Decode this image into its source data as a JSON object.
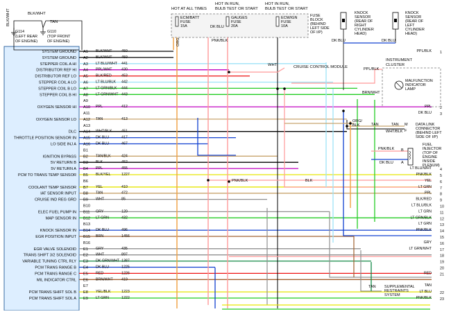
{
  "ground": {
    "wire_color": "BLK/WHT",
    "wire_color_2": "TAN",
    "ground_ids": [
      "G114",
      "G110"
    ],
    "ground_notes": [
      "(LEFT REAR OF ENGINE)",
      "(TOP FRONT OF ENGINE)"
    ],
    "ground_note_lines": [
      [
        "(LEFT REAR",
        "OF ENGINE)"
      ],
      [
        "(TOP FRONT",
        "OF ENGINE)"
      ]
    ],
    "rotated_label": "BLK/WHT"
  },
  "fuse_block": {
    "hot_labels": [
      [
        "HOT AT ALL TIMES"
      ],
      [
        "HOT IN RUN,",
        "BULB TEST OR START"
      ],
      [
        "HOT IN RUN,",
        "BULB TEST OR START"
      ]
    ],
    "fuses": [
      [
        "ECM/BATT",
        "FUSE",
        "15A"
      ],
      [
        "GAUGES",
        "FUSE",
        "20A"
      ],
      [
        "ECM/IGN",
        "FUSE",
        "10A"
      ]
    ],
    "block_label": [
      "FUSE",
      "BLOCK",
      "(BEHIND",
      "LEFT SIDE",
      "OF I/P)"
    ]
  },
  "knock_sensors": [
    {
      "title": [
        "KNOCK",
        "SENSOR",
        "(REAR OF",
        "RIGHT",
        "CYLINDER",
        "HEAD)"
      ],
      "wire": "DK BLU"
    },
    {
      "title": [
        "KNOCK",
        "SENSOR",
        "(REAR OF",
        "LEFT",
        "CYLINDER",
        "HEAD)"
      ],
      "wire": "DK BLU"
    }
  ],
  "pcm": {
    "functions": [
      "SYSTEM GROUND",
      "SYSTEM GROUND",
      "STEPPER COIL A HI",
      "DISTRIBUTOR REF HI",
      "DISTRIBUTOR REF LO",
      "STEPPER COIL A LO",
      "STEPPER COIL B LO",
      "STEPPER COIL B HI",
      "",
      "OXYGEN SENSOR HI",
      "",
      "OXYGEN SENSOR LO",
      "",
      "DLC",
      "THROTTLE POSITION SENSOR IN",
      "LO SIDE INJ A",
      "",
      "IGNITION BYPASS",
      "5V RETURN B",
      "5V RETURN A",
      "PCM TO TRANS TEMP SENSOR",
      "",
      "COOLANT TEMP SENSOR",
      "IAT SENSOR INPUT",
      "CRUISE IND REG GRD",
      "",
      "ELEC FUEL PUMP IN",
      "MAP SENSOR IN",
      "",
      "KNOCK SENSOR IN",
      "EGR POSITION INPUT",
      "",
      "EGR VALVE SOLENOID",
      "TRANS SHIFT 3/2 SOLENOID",
      "VARIABLE TUNING CTRL RLY",
      "PCM TRANS RANGE B",
      "PCM TRANS RANGE C",
      "MIL INDICATOR CTRL",
      "",
      "PCM TRANS SHIFT SOL B",
      "PCM TRANS SHIFT SOL A"
    ],
    "pins": [
      "A1",
      "A2",
      "A3",
      "A4",
      "A5",
      "A6",
      "A7",
      "A8",
      "A9",
      "A10",
      "A11",
      "A12",
      "A13",
      "A14",
      "A15",
      "A16",
      "B1",
      "B2",
      "B3",
      "B4",
      "B5",
      "B6",
      "B7",
      "B8",
      "B9",
      "B10",
      "B11",
      "B12",
      "B13",
      "B14",
      "B15",
      "B16",
      "E1",
      "E2",
      "E3",
      "E4",
      "E5",
      "E6",
      "E7",
      "E8",
      "E9"
    ],
    "wires": [
      "BLK/WHT",
      "BLK/WHT",
      "LT BLU/WHT",
      "PPL/WHT",
      "BLK/RED",
      "LT BLU/BLK",
      "LT GRN/BLK",
      "LT GRN/WHT",
      "",
      "PPL",
      "",
      "TAN",
      "",
      "WHT/BLK",
      "DK BLU",
      "DK BLU",
      "",
      "TAN/BLK",
      "BLK",
      "PPL",
      "BLK/YEL",
      "",
      "YEL",
      "TAN",
      "WHT",
      "",
      "GRY",
      "LT GRN",
      "",
      "DK BLU",
      "BRN",
      "",
      "GRY",
      "WHT",
      "DK GRN/WHT",
      "DK BLU",
      "RED",
      "BRN/WHT",
      "",
      "YEL/BLK",
      "LT GRN"
    ],
    "circuits": [
      "450",
      "450",
      "441",
      "430",
      "453",
      "442",
      "444",
      "443",
      "",
      "412",
      "",
      "413",
      "",
      "451",
      "417",
      "467",
      "",
      "424",
      "452",
      "455",
      "1227",
      "",
      "410",
      "472",
      "85",
      "",
      "120",
      "432",
      "",
      "496",
      "1456",
      "",
      "435",
      "897",
      "1387",
      "1225",
      "1226",
      "419",
      "",
      "1223",
      "1222"
    ]
  },
  "right_side": {
    "wire_labels": [
      "PPL/BLK",
      "",
      "",
      "",
      "",
      "",
      "",
      "",
      "",
      "PPL",
      "DK BLU",
      "",
      "",
      "",
      "",
      "",
      "",
      "",
      "",
      "LT BLU/WHT",
      "PNK/BLK",
      "YEL",
      "LT GRN",
      "PPL",
      "BLK/RED",
      "LT BLU/BLK",
      "LT GRN",
      "LT GRN/BLK",
      "LT GRN",
      "PNK/BLK",
      "",
      "GRY",
      "LT GRN/WHT",
      "",
      "",
      "",
      "RED",
      "",
      "TAN",
      "LT BLU",
      "PNK/BLK"
    ],
    "numbers": [
      "1",
      "",
      "",
      "",
      "",
      "",
      "",
      "",
      "",
      "2",
      "3",
      "",
      "",
      "",
      "",
      "",
      "",
      "",
      "",
      "4",
      "5",
      "6",
      "7",
      "8",
      "9",
      "10",
      "11",
      "12",
      "13",
      "14",
      "15",
      "16",
      "17",
      "18",
      "19",
      "20",
      "21",
      "",
      "",
      "22",
      "23"
    ]
  },
  "components": {
    "cruise_module": "CRUISE CONTROL MODULE",
    "cruise_wire": "WHT",
    "instrument_cluster": [
      "INSTRUMENT",
      "CLUSTER"
    ],
    "mil": [
      "MALFUNCTION",
      "INDICATOR",
      "LAMP"
    ],
    "cluster_wires": [
      "PPL/BLK",
      "BRN/WHT"
    ],
    "dlc": [
      "DATA LINK",
      "CONNECTOR",
      "(BEHIND LEFT",
      "SIDE OF I/P)"
    ],
    "dlc_pins": [
      "M",
      "F"
    ],
    "dlc_wires": [
      "TAN",
      "WHT/BLK"
    ],
    "fuel_injector": [
      "FUEL",
      "INJECTOR",
      "(TOP OF",
      "ENGINE",
      "INSIDE",
      "PLENUM)"
    ],
    "injector_pins": [
      "B",
      "A"
    ],
    "injector_wires": [
      "PNK/BLK",
      "DK BLU"
    ],
    "orange_wire": [
      "ORG/",
      "BLK"
    ],
    "tan_wire": "TAN",
    "supplemental": [
      "SUPPLEMENTAL",
      "RESTRAINTS",
      "SYSTEM"
    ],
    "supplemental_wire": "TAN",
    "pnk_blk_labels": [
      "PNK/BLK",
      "PNK/BLK"
    ],
    "org_label": "ORG",
    "dk_blu_labels": [
      "DK BLU",
      "DK BLU"
    ],
    "blk_label": "BLK"
  },
  "colors": {
    "ltblue": "#9de3f7",
    "purple": "#c000c0",
    "magenta": "#ff33cc",
    "green": "#22cc22",
    "yellow": "#e6e600",
    "pink": "#ff9999",
    "red": "#ee1111",
    "orange": "#f0a040",
    "blue": "#1040d0",
    "darkgreen": "#118844",
    "tan": "#c8a46e",
    "brown": "#a06030",
    "gray": "#909090"
  }
}
